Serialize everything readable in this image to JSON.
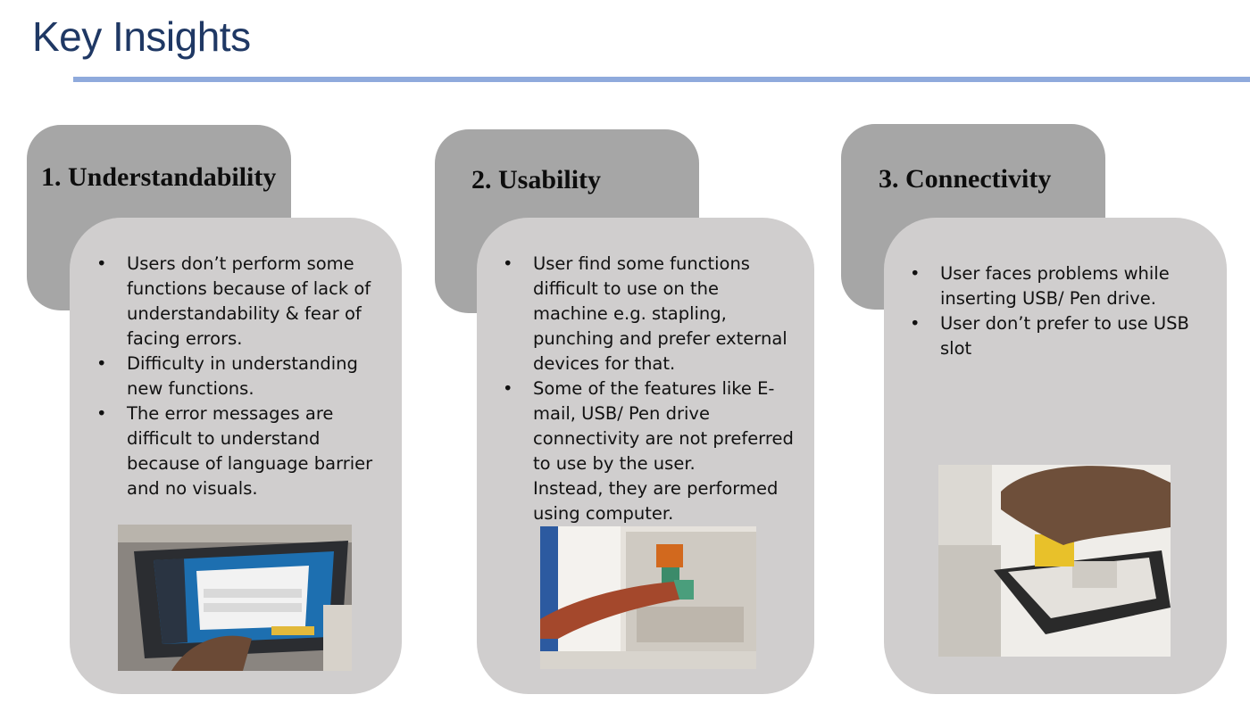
{
  "title": "Key Insights",
  "columns": [
    {
      "heading": "1. Understandability",
      "bullets": [
        "Users don’t perform some functions because of lack of understandability & fear of facing errors.",
        "Difficulty in understanding new functions.",
        "The error messages are difficult to understand because of language barrier and no visuals."
      ],
      "photo": "touchscreen-photo"
    },
    {
      "heading": "2. Usability",
      "bullets": [
        "User find some functions difficult to use on the machine e.g.  stapling, punching and prefer external devices for that.",
        "Some of the features like  E-mail, USB/ Pen drive connectivity are not preferred to use by the user."
      ],
      "continuation": "Instead, they are performed using computer.",
      "photo": "machine-interior-photo"
    },
    {
      "heading": "3. Connectivity",
      "bullets": [
        "User faces problems while inserting USB/ Pen drive.",
        "User don’t prefer to use USB slot"
      ],
      "photo": "usb-insert-photo"
    }
  ]
}
